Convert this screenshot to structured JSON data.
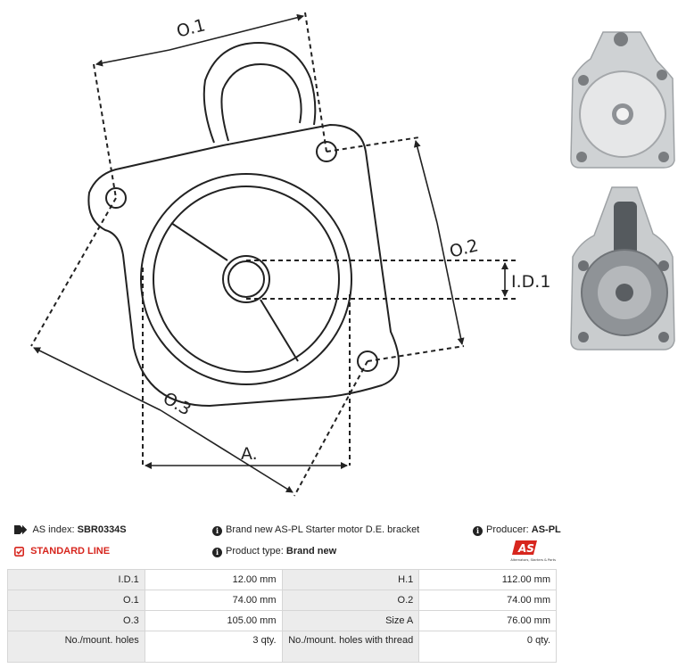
{
  "drawing": {
    "labels": {
      "o1": "O.1",
      "o2": "O.2",
      "o3": "O.3",
      "id1": "I.D.1",
      "a": "A."
    }
  },
  "photos": [
    "bracket-photo-outside",
    "bracket-photo-inside"
  ],
  "info": {
    "as_index_label": "AS index:",
    "as_index_value": "SBR0334S",
    "line_label": "STANDARD LINE",
    "description": "Brand new AS-PL Starter motor D.E. bracket",
    "product_type_label": "Product type:",
    "product_type_value": "Brand new",
    "producer_label": "Producer:",
    "producer_value": "AS-PL",
    "logo_text": "AS",
    "logo_tagline": "Alternators, Starters & Parts"
  },
  "colors": {
    "accent_red": "#d7261e",
    "label_bg": "#ececec",
    "border": "#d6d6d6"
  },
  "specs": [
    {
      "l1": "I.D.1",
      "v1": "12.00 mm",
      "l2": "H.1",
      "v2": "112.00 mm"
    },
    {
      "l1": "O.1",
      "v1": "74.00 mm",
      "l2": "O.2",
      "v2": "74.00 mm"
    },
    {
      "l1": "O.3",
      "v1": "105.00 mm",
      "l2": "Size A",
      "v2": "76.00 mm"
    },
    {
      "l1": "No./mount. holes",
      "v1": "3 qty.",
      "l2": "No./mount. holes with thread",
      "v2": "0 qty."
    }
  ]
}
